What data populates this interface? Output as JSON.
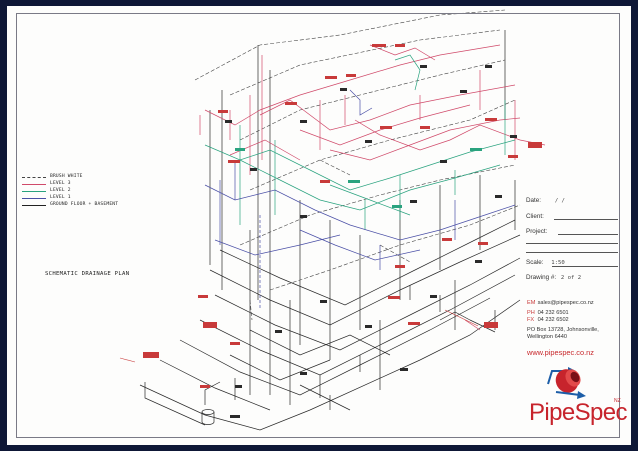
{
  "legend": [
    {
      "text": "BRUSH WHITE",
      "color": "#444444",
      "style": "dashed"
    },
    {
      "text": "LEVEL 3",
      "color": "#d04a6a",
      "style": "solid"
    },
    {
      "text": "LEVEL 2",
      "color": "#2aa37f",
      "style": "solid"
    },
    {
      "text": "LEVEL 1",
      "color": "#4a4fa6",
      "style": "solid"
    },
    {
      "text": "GROUND FLOOR + BASEMENT",
      "color": "#222222",
      "style": "arrow"
    }
  ],
  "plan_title": "SCHEMATIC DRAINAGE PLAN",
  "title_block": {
    "date_label": "Date:",
    "date_value": "/    /",
    "client_label": "Client:",
    "project_label": "Project:",
    "scale_label": "Scale:",
    "scale_value": "1:50",
    "drawing_label": "Drawing #:",
    "drawing_value": "2 of 2"
  },
  "contact": {
    "em_label": "EM",
    "email": "sales@pipespec.co.nz",
    "ph_label": "PH",
    "phone": "04 232 6501",
    "fx_label": "FX",
    "fax": "04 232 6502",
    "address_line1": "PO Box 13728, Johnsonville,",
    "address_line2": "Wellington 6440"
  },
  "website": "www.pipespec.co.nz",
  "logo": {
    "text": "PipeSpec",
    "superscript": "NZ"
  },
  "colors": {
    "background": "#0e1736",
    "level3": "#d04a6a",
    "level2": "#2aa37f",
    "level1": "#4a4fa6",
    "ground": "#222222",
    "brand_red": "#c7242c",
    "brand_blue": "#1d5ea8"
  }
}
